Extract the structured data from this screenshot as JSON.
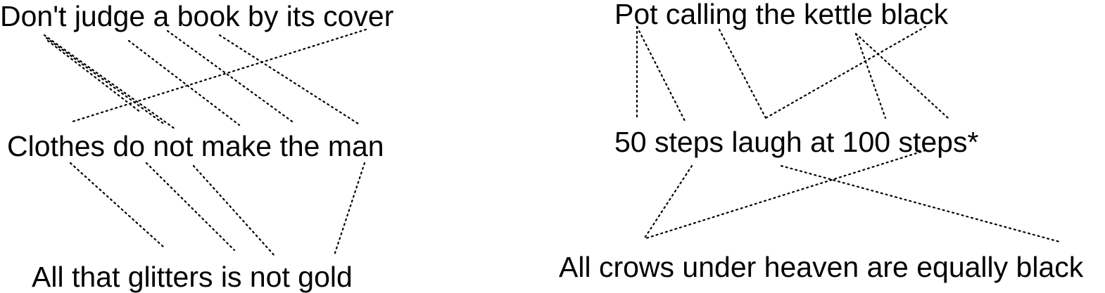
{
  "left_diagram": {
    "top": "Don't judge a book by its cover",
    "middle": "Clothes do not make the man",
    "bottom": "All that glitters is not gold"
  },
  "right_diagram": {
    "top": "Pot calling the kettle black",
    "middle": "50 steps laugh at 100 steps*",
    "bottom": "All crows under heaven are equally black"
  }
}
